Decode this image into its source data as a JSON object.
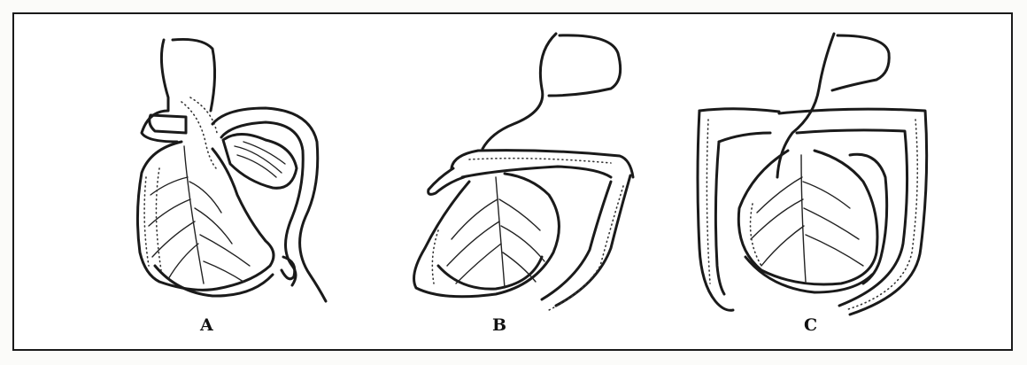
{
  "figure": {
    "panels": [
      {
        "label": "A"
      },
      {
        "label": "B"
      },
      {
        "label": "C"
      }
    ]
  }
}
